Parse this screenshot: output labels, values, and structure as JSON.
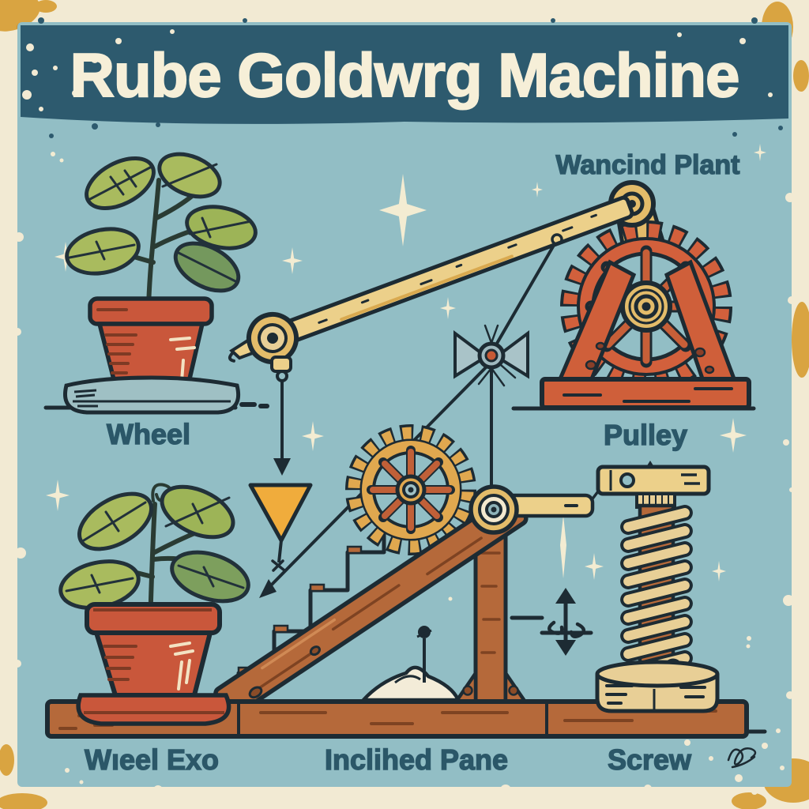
{
  "poster": {
    "title": "Rube Goldwrg Machine",
    "labels": {
      "wancind_plant": "Wancind Plant",
      "wheel": "Wheel",
      "pulley": "Pulley",
      "wheel_exo": "Wıeel Exo",
      "inclined_pane": "Inclihed Pane",
      "screw": "Screw"
    },
    "components": [
      "potted-plant-top-left",
      "large-gear-wheel-on-stand",
      "crane-beam-with-pulley-hook",
      "hanging-rope-with-arrow",
      "funnel-triangle",
      "fan-pulley-wheel",
      "center-gear",
      "staircase",
      "inclined-plane-ramp",
      "support-post",
      "pivot-joint-with-arm",
      "screw-jack-with-coil",
      "sand-pile-with-pin",
      "potted-plant-bottom-left",
      "long-wood-plank",
      "sparkle-stars",
      "artist-signature"
    ],
    "colors": {
      "background": "#92bec5",
      "banner": "#2d5a6e",
      "border": "#f2ead3",
      "grunge_gold": "#d9a441",
      "title_text": "#f6efd8",
      "label_text": "#2b5768",
      "terracotta": "#c9573b",
      "gear_orange": "#d2603c",
      "gold": "#e3bc6a",
      "tan": "#e8cf96",
      "wood_brown": "#b5693a",
      "leaf_green": "#a9bb5e",
      "leaf_dark_green": "#74985d",
      "accent_yellow": "#f0ac3c",
      "outline": "#1d2b33"
    }
  }
}
